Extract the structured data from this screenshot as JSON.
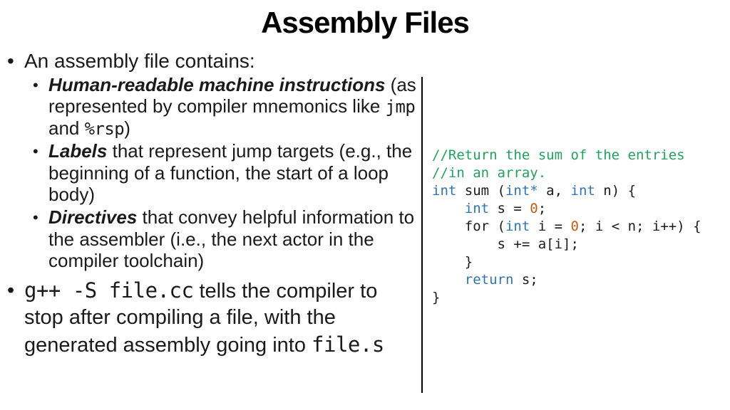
{
  "title": "Assembly Files",
  "bullet_char": "•",
  "bullets": {
    "item1": {
      "text": "An assembly file contains:",
      "subs": [
        {
          "em": "Human-readable machine instructions",
          "after_em": " (as represented by compiler mnemonics like ",
          "code1": "jmp",
          "mid": " and ",
          "code2": "%rsp",
          "end": ")"
        },
        {
          "em": "Labels",
          "rest": " that represent jump targets (e.g., the beginning of a function, the start of a loop body)"
        },
        {
          "em": "Directives",
          "rest": " that convey helpful information to the assembler (i.e., the next actor in the compiler toolchain)"
        }
      ]
    },
    "item2": {
      "code1": "g++ -S file.cc",
      "text": " tells the compiler to stop after compiling a file, with the generated assembly going into ",
      "code2": "file.s"
    }
  },
  "code": {
    "colors": {
      "comment": "#1fa35c",
      "keyword": "#2e74b5",
      "number": "#c55a11",
      "plain": "#1a1a1a"
    },
    "lines": [
      [
        {
          "t": "//Return the sum of the entries",
          "c": "comment"
        }
      ],
      [
        {
          "t": "//in an array.",
          "c": "comment"
        }
      ],
      [
        {
          "t": "int",
          "c": "keyword"
        },
        {
          "t": " sum ("
        },
        {
          "t": "int*",
          "c": "keyword"
        },
        {
          "t": " a, "
        },
        {
          "t": "int",
          "c": "keyword"
        },
        {
          "t": " n) {"
        }
      ],
      [
        {
          "t": "    "
        },
        {
          "t": "int",
          "c": "keyword"
        },
        {
          "t": " s = "
        },
        {
          "t": "0",
          "c": "number"
        },
        {
          "t": ";"
        }
      ],
      [
        {
          "t": "    for ("
        },
        {
          "t": "int",
          "c": "keyword"
        },
        {
          "t": " i = "
        },
        {
          "t": "0",
          "c": "number"
        },
        {
          "t": "; i < n; i++) {"
        }
      ],
      [
        {
          "t": "        s += a[i];"
        }
      ],
      [
        {
          "t": "    }"
        }
      ],
      [
        {
          "t": "    "
        },
        {
          "t": "return",
          "c": "keyword"
        },
        {
          "t": " s;"
        }
      ],
      [
        {
          "t": "}"
        }
      ]
    ]
  }
}
